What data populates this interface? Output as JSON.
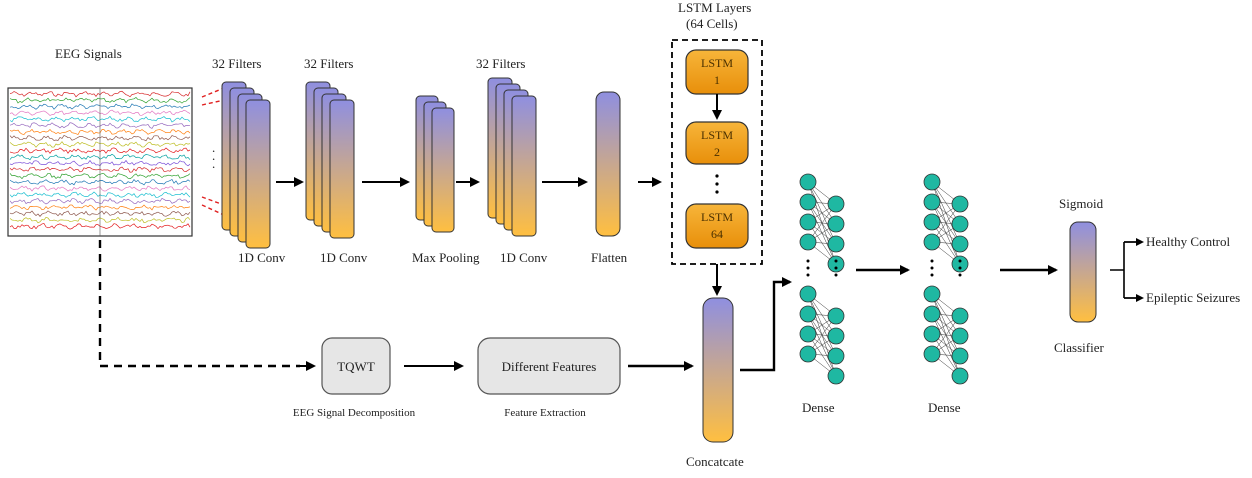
{
  "labels": {
    "eeg_signals": "EEG Signals",
    "filters_1": "32 Filters",
    "filters_2": "32 Filters",
    "filters_3": "32 Filters",
    "conv_1": "1D Conv",
    "conv_2": "1D Conv",
    "max_pooling": "Max Pooling",
    "conv_3": "1D Conv",
    "flatten": "Flatten",
    "lstm_title_1": "LSTM Layers",
    "lstm_title_2": "(64 Cells)",
    "tqwt": "TQWT",
    "eeg_decomposition": "EEG Signal Decomposition",
    "different_features": "Different Features",
    "feature_extraction": "Feature Extraction",
    "concatenate": "Concatcate",
    "dense_1": "Dense",
    "dense_2": "Dense",
    "sigmoid": "Sigmoid",
    "classifier": "Classifier",
    "healthy_control": "Healthy Control",
    "epileptic_seizures": "Epileptic Seizures"
  },
  "lstm_cells": [
    {
      "line1": "LSTM",
      "line2": "1"
    },
    {
      "line1": "LSTM",
      "line2": "2"
    },
    {
      "line1": "LSTM",
      "line2": "64"
    }
  ],
  "colors": {
    "gradient_top": "#8f8fe0",
    "gradient_bottom": "#ffbf40",
    "lstm_fill": "#f2a21a",
    "node_fill": "#1fb8a2",
    "box_fill": "#e6e6e6"
  }
}
